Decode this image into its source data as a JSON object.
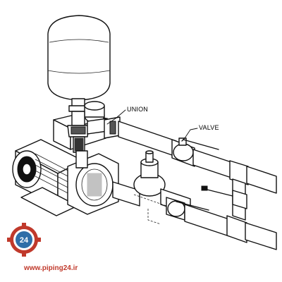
{
  "diagram": {
    "labels": {
      "union": "UNION",
      "valve": "VALVE"
    },
    "watermark": {
      "url": "www.piping24.ir",
      "logo_text": "24"
    }
  }
}
